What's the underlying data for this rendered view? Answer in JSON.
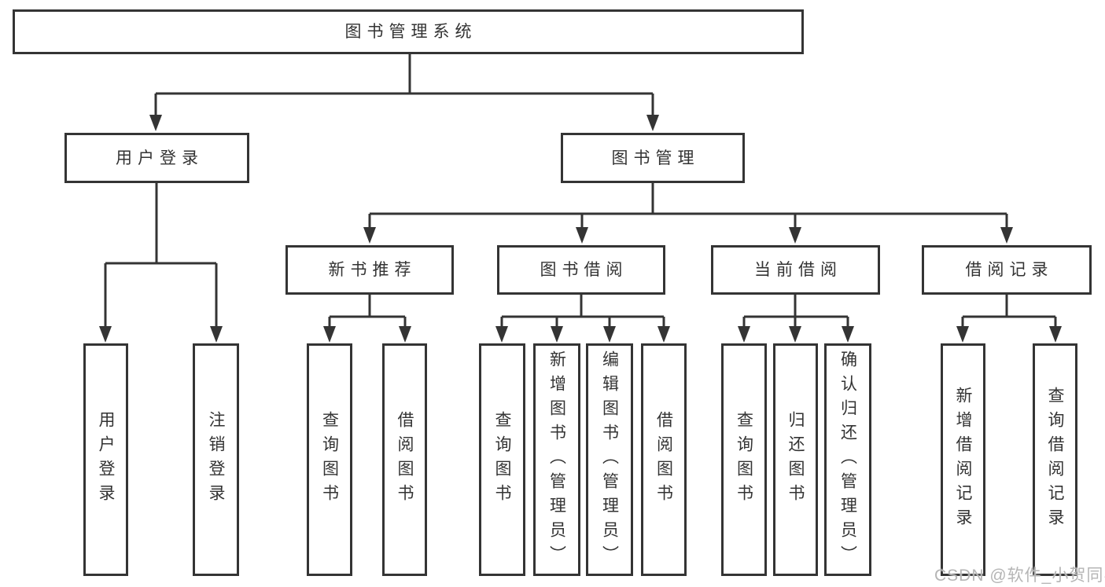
{
  "diagram": {
    "root": {
      "label": "图书管理系统"
    },
    "login": {
      "label": "用户登录",
      "children": [
        {
          "label": "用户登录"
        },
        {
          "label": "注销登录"
        }
      ]
    },
    "management": {
      "label": "图书管理",
      "children": [
        {
          "label": "新书推荐",
          "children": [
            {
              "label": "查询图书"
            },
            {
              "label": "借阅图书"
            }
          ]
        },
        {
          "label": "图书借阅",
          "children": [
            {
              "label": "查询图书"
            },
            {
              "label": "新增图书（管理员）"
            },
            {
              "label": "编辑图书（管理员）"
            },
            {
              "label": "借阅图书"
            }
          ]
        },
        {
          "label": "当前借阅",
          "children": [
            {
              "label": "查询图书"
            },
            {
              "label": "归还图书"
            },
            {
              "label": "确认归还（管理员）"
            }
          ]
        },
        {
          "label": "借阅记录",
          "children": [
            {
              "label": "新增借阅记录"
            },
            {
              "label": "查询借阅记录"
            }
          ]
        }
      ]
    }
  },
  "watermark": {
    "text": "CSDN @软件_小贺同学"
  },
  "colors": {
    "line": "#343434",
    "border": "#343434",
    "text": "#333333",
    "watermark": "#b5b5b5",
    "background": "#ffffff"
  }
}
